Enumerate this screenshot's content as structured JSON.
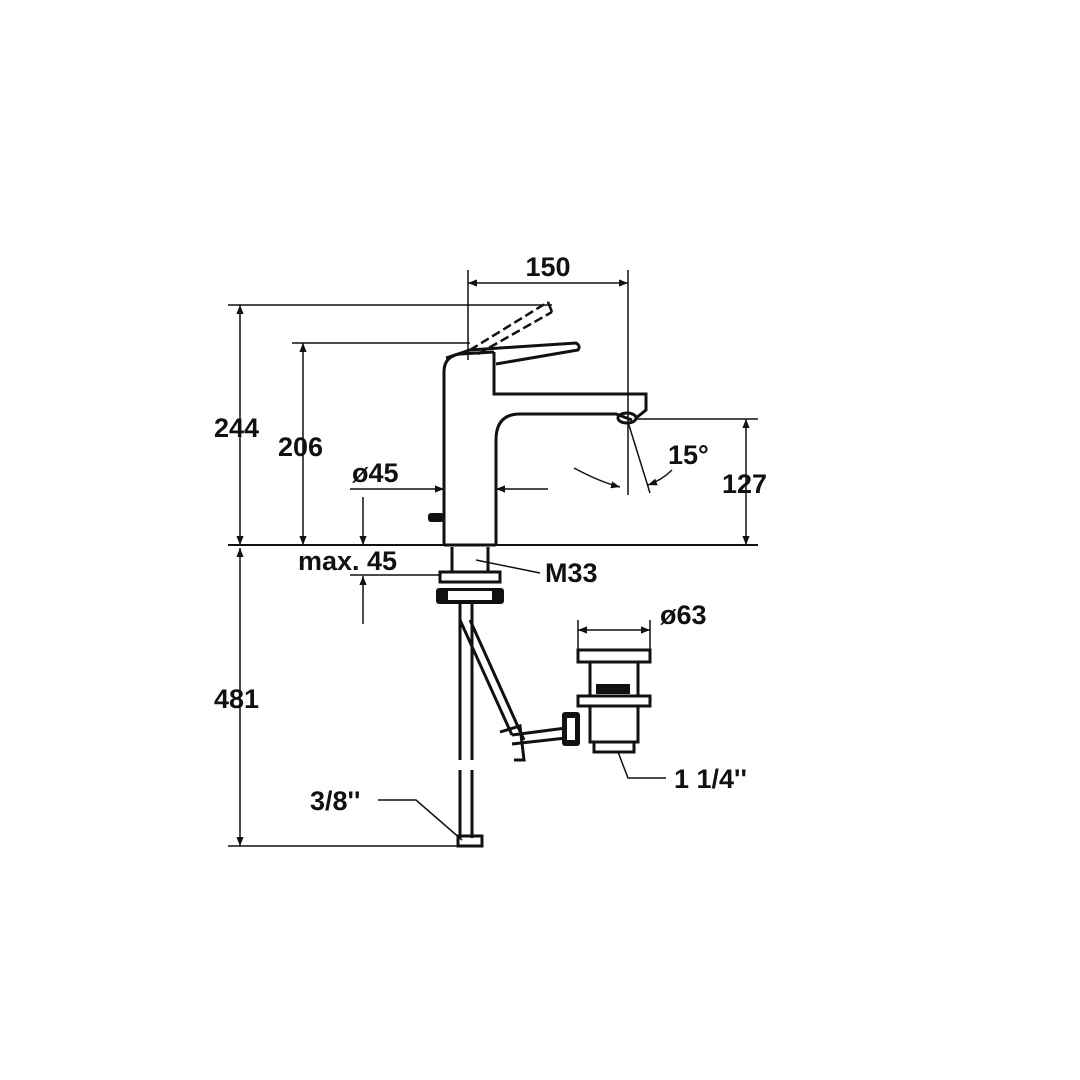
{
  "dimensions": {
    "width_spout": "150",
    "total_height": "244",
    "lever_height": "206",
    "body_diameter": "ø45",
    "spout_height": "127",
    "lever_angle": "15°",
    "max_deck_thickness": "max. 45",
    "thread": "M33",
    "drain_diameter": "ø63",
    "hose_length": "481",
    "hose_connection": "3/8''",
    "drain_outlet": "1 1/4''"
  },
  "colors": {
    "ink": "#111111",
    "background": "#ffffff"
  }
}
